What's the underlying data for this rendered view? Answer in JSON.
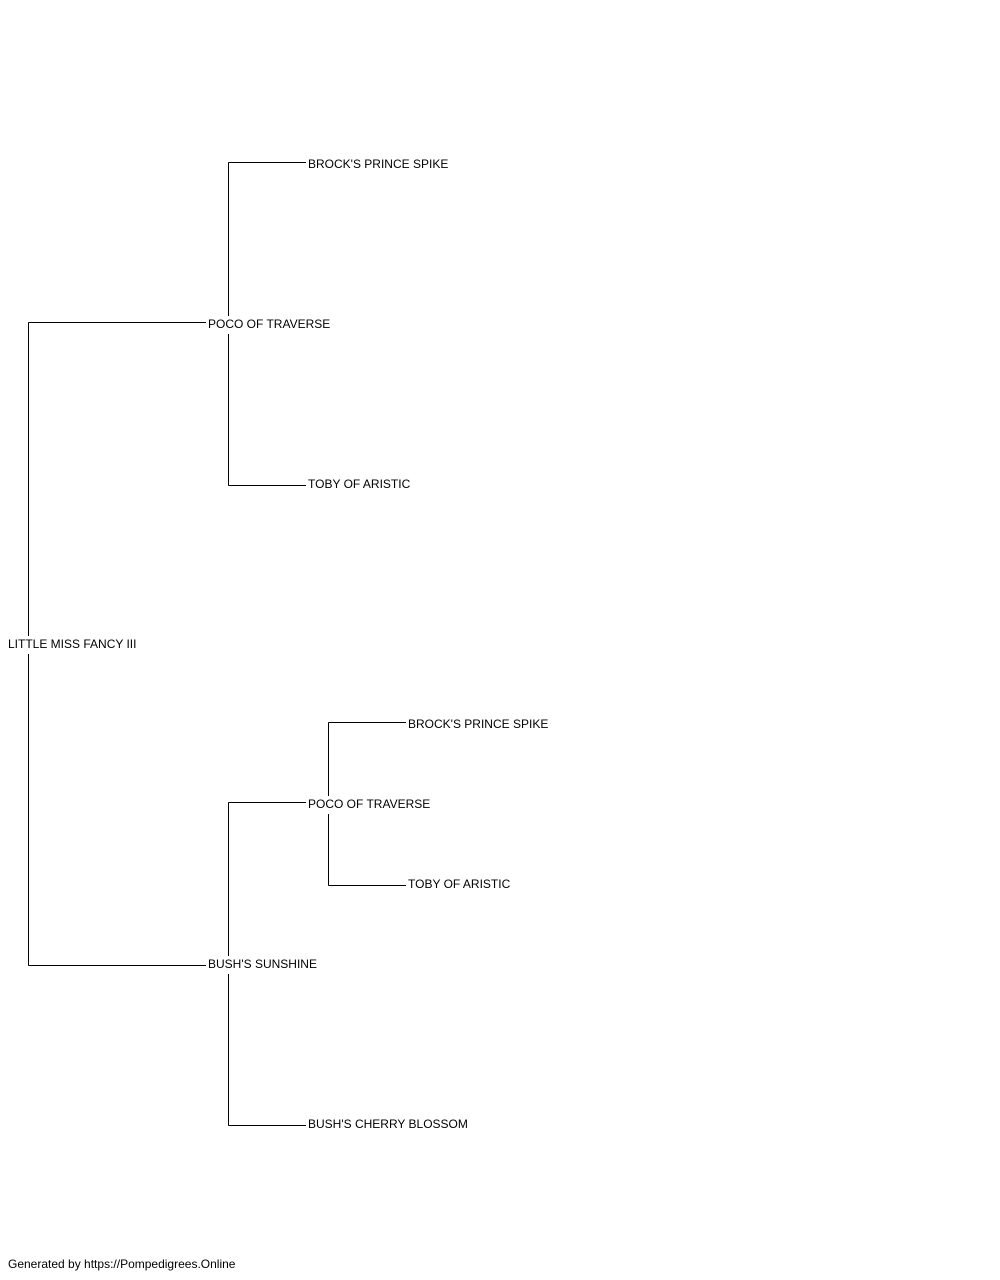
{
  "pedigree": {
    "subject": "LITTLE MISS FANCY III",
    "sire": "POCO OF TRAVERSE",
    "sire_sire": "BROCK'S PRINCE SPIKE",
    "sire_dam": "TOBY OF ARISTIC",
    "dam": "BUSH'S SUNSHINE",
    "dam_sire": "POCO OF TRAVERSE",
    "dam_sire_sire": "BROCK'S PRINCE SPIKE",
    "dam_sire_dam": "TOBY OF ARISTIC",
    "dam_dam": "BUSH'S CHERRY BLOSSOM"
  },
  "footer": {
    "text": "Generated by https://Pompedigrees.Online"
  }
}
